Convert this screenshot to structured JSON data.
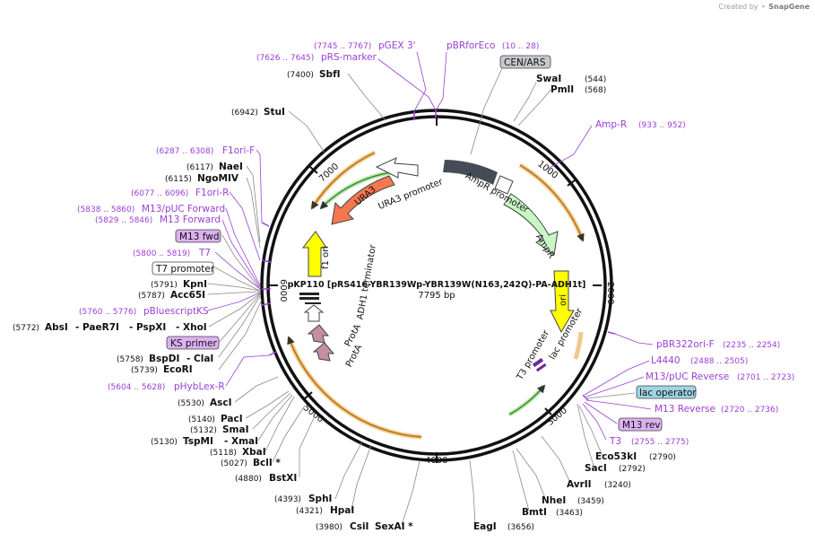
{
  "credit": {
    "prefix": "Created by",
    "brand": "SnapGene"
  },
  "plasmid": {
    "name": "pKP110 [pRS416-YBR139Wp-YBR139W(N163,242Q)-PA-ADH1t]",
    "length_label": "7795 bp",
    "ticks": [
      "1000",
      "2000",
      "3000",
      "4000",
      "5000",
      "6000",
      "7000"
    ]
  },
  "right_labels": [
    {
      "name": "pBRforEco",
      "pos": "(10 .. 28)",
      "color": "purple"
    },
    {
      "name": "CEN/ARS",
      "pos": "",
      "color": "box-gray"
    },
    {
      "name": "SwaI",
      "pos": "(544)",
      "color": "black"
    },
    {
      "name": "PmlI",
      "pos": "(568)",
      "color": "black"
    },
    {
      "name": "Amp-R",
      "pos": "(933 .. 952)",
      "color": "purple"
    },
    {
      "name": "pBR322ori-F",
      "pos": "(2235 .. 2254)",
      "color": "purple"
    },
    {
      "name": "L4440",
      "pos": "(2488 .. 2505)",
      "color": "purple"
    },
    {
      "name": "M13/pUC Reverse",
      "pos": "(2701 .. 2723)",
      "color": "purple"
    },
    {
      "name": "lac operator",
      "pos": "",
      "color": "box-teal"
    },
    {
      "name": "M13 Reverse",
      "pos": "(2720 .. 2736)",
      "color": "purple"
    },
    {
      "name": "M13 rev",
      "pos": "",
      "color": "box-purple"
    },
    {
      "name": "T3",
      "pos": "(2755 .. 2775)",
      "color": "purple"
    },
    {
      "name": "Eco53kI",
      "pos": "(2790)",
      "color": "black"
    },
    {
      "name": "SacI",
      "pos": "(2792)",
      "color": "black"
    },
    {
      "name": "AvrII",
      "pos": "(3240)",
      "color": "black"
    },
    {
      "name": "NheI",
      "pos": "(3459)",
      "color": "black"
    },
    {
      "name": "BmtI",
      "pos": "(3463)",
      "color": "black"
    },
    {
      "name": "EagI",
      "pos": "(3656)",
      "color": "black"
    }
  ],
  "bottom_labels": [
    {
      "pos": "(3980)",
      "name": "CsiI",
      "name2": "SexAI *"
    },
    {
      "pos": "(4321)",
      "name": "HpaI"
    },
    {
      "pos": "(4393)",
      "name": "SphI"
    },
    {
      "pos": "(4880)",
      "name": "BstXI"
    }
  ],
  "left_labels": [
    {
      "pos": "(7745 .. 7767)",
      "name": "pGEX 3'",
      "color": "purple"
    },
    {
      "pos": "(7626 .. 7645)",
      "name": "pRS-marker",
      "color": "purple"
    },
    {
      "pos": "(7400)",
      "name": "SbfI",
      "color": "black"
    },
    {
      "pos": "(6942)",
      "name": "StuI",
      "color": "black"
    },
    {
      "pos": "(6287 .. 6308)",
      "name": "F1ori-F",
      "color": "purple"
    },
    {
      "pos": "(6117)",
      "name": "NaeI",
      "color": "black"
    },
    {
      "pos": "(6115)",
      "name": "NgoMIV",
      "color": "black"
    },
    {
      "pos": "(6077 .. 6096)",
      "name": "F1ori-R",
      "color": "purple"
    },
    {
      "pos": "(5838 .. 5860)",
      "name": "M13/pUC Forward",
      "color": "purple"
    },
    {
      "pos": "(5829 .. 5846)",
      "name": "M13 Forward",
      "color": "purple"
    },
    {
      "pos": "",
      "name": "M13 fwd",
      "color": "box-purple"
    },
    {
      "pos": "(5800 .. 5819)",
      "name": "T7",
      "color": "purple"
    },
    {
      "pos": "",
      "name": "T7 promoter",
      "color": "box-white"
    },
    {
      "pos": "(5791)",
      "name": "KpnI",
      "color": "black"
    },
    {
      "pos": "(5787)",
      "name": "Acc65I",
      "color": "black"
    },
    {
      "pos": "(5760 .. 5776)",
      "name": "pBluescriptKS",
      "color": "purple"
    },
    {
      "pos": "(5772)",
      "name": "AbsI",
      "name2": "- PaeR7I",
      "name3": "- PspXI",
      "name4": "- XhoI",
      "color": "black"
    },
    {
      "pos": "",
      "name": "KS primer",
      "color": "box-purple"
    },
    {
      "pos": "(5758)",
      "name": "BspDI",
      "name2": "- ClaI",
      "color": "black"
    },
    {
      "pos": "(5739)",
      "name": "EcoRI",
      "color": "black"
    },
    {
      "pos": "(5604 .. 5628)",
      "name": "pHybLex-R",
      "color": "purple"
    },
    {
      "pos": "(5530)",
      "name": "AscI",
      "color": "black"
    },
    {
      "pos": "(5140)",
      "name": "PacI",
      "color": "black"
    },
    {
      "pos": "(5132)",
      "name": "SmaI",
      "color": "black"
    },
    {
      "pos": "(5130)",
      "name": "TspMI",
      "name2": "- XmaI",
      "color": "black"
    },
    {
      "pos": "(5118)",
      "name": "XbaI",
      "color": "black"
    },
    {
      "pos": "(5027)",
      "name": "BclI *",
      "color": "black"
    }
  ],
  "features": [
    {
      "name": "URA3 promoter"
    },
    {
      "name": "URA3"
    },
    {
      "name": "AmpR promoter"
    },
    {
      "name": "AmpR"
    },
    {
      "name": "ori"
    },
    {
      "name": "lac promoter"
    },
    {
      "name": "T3 promoter"
    },
    {
      "name": "f1 ori"
    },
    {
      "name": "ADH1 terminator"
    },
    {
      "name": "ProtA"
    },
    {
      "name": "ProtA"
    }
  ],
  "colors": {
    "primer": "#9b3fd6",
    "ura3": "#f5774f",
    "ampr": "#c9f7c4",
    "ori": "#ffff00",
    "cen_ars": "#444d56",
    "prota": "#c48ea4",
    "orf_highlight": "#f3a846",
    "lac_box": "#9fd4e3",
    "m13_box": "#dcb1f0"
  }
}
